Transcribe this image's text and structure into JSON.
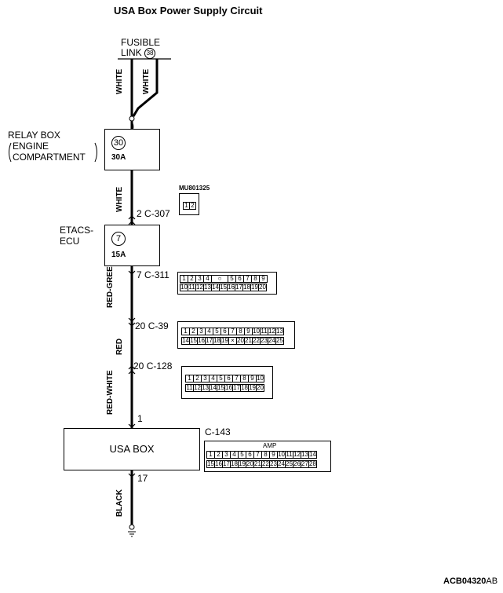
{
  "title": "USA Box Power Supply Circuit",
  "fusible_link": {
    "label_line1": "FUSIBLE",
    "label_line2": "LINK",
    "number": "38"
  },
  "relay_box": {
    "label_line1": "RELAY BOX",
    "label_line2": "ENGINE",
    "label_line3": "COMPARTMENT",
    "fuse_number": "30",
    "fuse_rating": "30A"
  },
  "etacs": {
    "label_line1": "ETACS-",
    "label_line2": "ECU",
    "fuse_number": "7",
    "fuse_rating": "15A"
  },
  "usa_box": {
    "label": "USA BOX"
  },
  "wires": {
    "w1": "WHITE",
    "w2": "WHITE",
    "w3": "WHITE",
    "w4": "RED-GREEN",
    "w5": "RED",
    "w6": "RED-WHITE",
    "w7": "BLACK"
  },
  "connectors": {
    "c307": {
      "pin": "2",
      "code": "C-307",
      "part": "MU801325",
      "pins": [
        "1",
        "2"
      ]
    },
    "c311": {
      "pin": "7",
      "code": "C-311",
      "row1": [
        "1",
        "2",
        "3",
        "4",
        "",
        "5",
        "6",
        "7",
        "8",
        "9"
      ],
      "row2": [
        "10",
        "11",
        "12",
        "13",
        "14",
        "15",
        "16",
        "17",
        "18",
        "19",
        "20"
      ]
    },
    "c39": {
      "pin": "20",
      "code": "C-39",
      "row1": [
        "1",
        "2",
        "3",
        "4",
        "5",
        "6",
        "7",
        "8",
        "9",
        "10",
        "11",
        "12",
        "13"
      ],
      "row2": [
        "14",
        "15",
        "16",
        "17",
        "18",
        "19",
        "",
        "20",
        "21",
        "22",
        "23",
        "24",
        "25"
      ]
    },
    "c128": {
      "pin": "20",
      "code": "C-128",
      "row1": [
        "1",
        "2",
        "3",
        "4",
        "5",
        "6",
        "7",
        "8",
        "9",
        "10"
      ],
      "row2": [
        "11",
        "12",
        "13",
        "14",
        "15",
        "16",
        "17",
        "18",
        "19",
        "20"
      ]
    },
    "c143": {
      "pin_top": "1",
      "pin_bottom": "17",
      "code": "C-143",
      "amp": "AMP",
      "row1": [
        "1",
        "2",
        "3",
        "4",
        "5",
        "6",
        "7",
        "8",
        "9",
        "10",
        "11",
        "12",
        "13",
        "14"
      ],
      "row2": [
        "15",
        "16",
        "17",
        "18",
        "19",
        "20",
        "21",
        "22",
        "23",
        "24",
        "25",
        "26",
        "27",
        "28"
      ]
    }
  },
  "figure_code": "ACB04320",
  "figure_suffix": "AB"
}
